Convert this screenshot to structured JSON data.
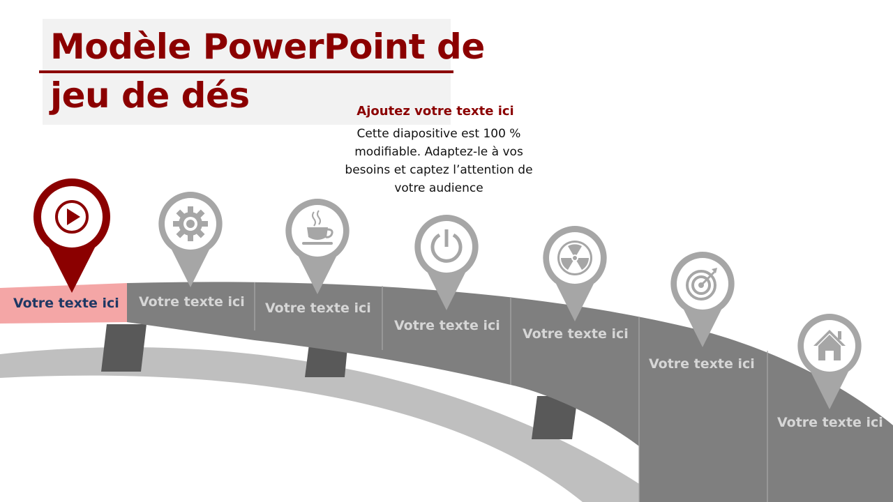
{
  "title": {
    "line1": "Modèle PowerPoint de",
    "line2": "jeu de dés"
  },
  "callout": {
    "heading": "Ajoutez votre texte ici",
    "body": "Cette diapositive est 100 % modifiable. Adaptez-le à vos besoins et captez l’attention de votre audience"
  },
  "colors": {
    "accent": "#8b0000",
    "active_segment": "#f4a6a6",
    "segment": "#7f7f7f",
    "pin_gray": "#a6a6a6",
    "track": "#bfbfbf",
    "active_label": "#1f3864"
  },
  "steps": [
    {
      "label": "Votre texte ici",
      "icon": "play-icon",
      "active": true
    },
    {
      "label": "Votre texte ici",
      "icon": "gear-icon",
      "active": false
    },
    {
      "label": "Votre texte ici",
      "icon": "coffee-cup-icon",
      "active": false
    },
    {
      "label": "Votre texte ici",
      "icon": "power-icon",
      "active": false
    },
    {
      "label": "Votre texte ici",
      "icon": "radiation-icon",
      "active": false
    },
    {
      "label": "Votre texte ici",
      "icon": "target-icon",
      "active": false
    },
    {
      "label": "Votre texte ici",
      "icon": "home-icon",
      "active": false
    }
  ]
}
